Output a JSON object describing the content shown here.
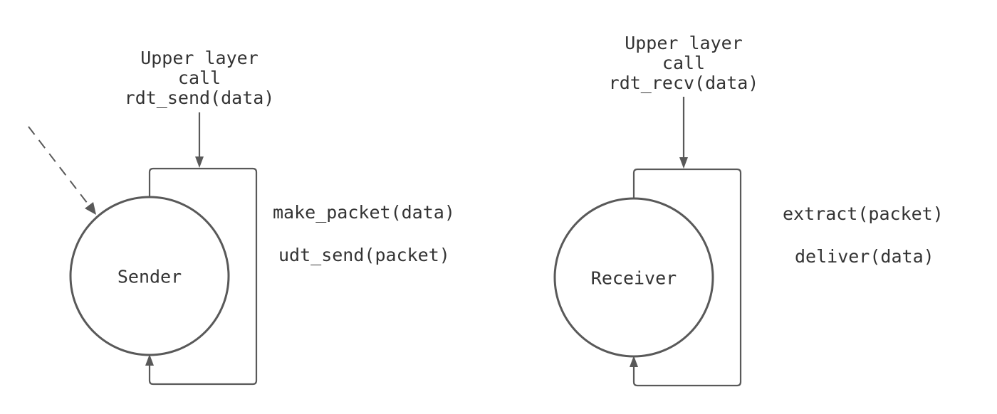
{
  "sender": {
    "state_name": "Sender",
    "event_line1": "Upper layer",
    "event_line2": "call",
    "event_line3": "rdt_send(data)",
    "action1": "make_packet(data)",
    "action2": "udt_send(packet)"
  },
  "receiver": {
    "state_name": "Receiver",
    "event_line1": "Upper layer",
    "event_line2": "call",
    "event_line3": "rdt_recv(data)",
    "action1": "extract(packet)",
    "action2": "deliver(data)"
  },
  "colors": {
    "stroke": "#595959",
    "text": "#333333",
    "background": "#ffffff"
  }
}
